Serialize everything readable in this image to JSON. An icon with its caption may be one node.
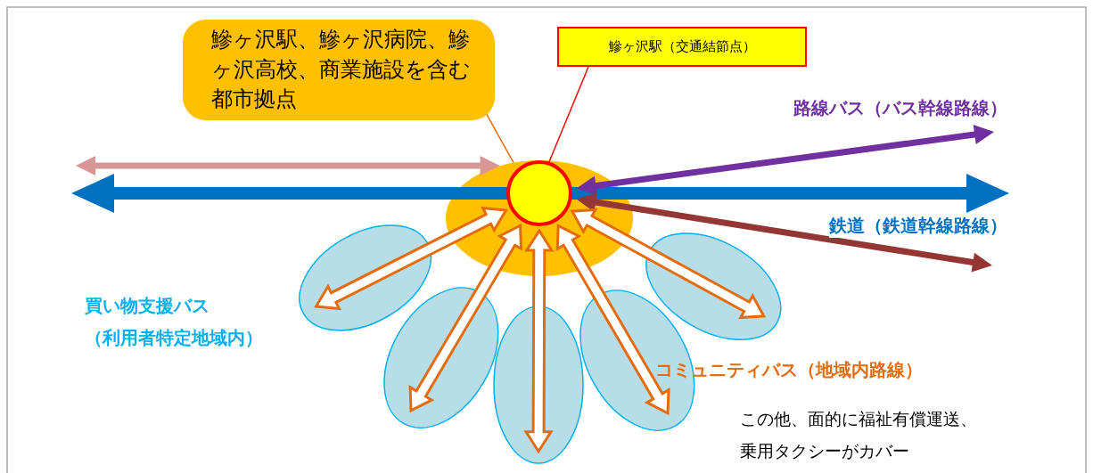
{
  "diagram": {
    "nodes": [
      {
        "text": [
          "鰺ヶ沢駅、鰺ヶ沢病院、鰺ヶ沢高校、商業施設を含む都市拠点"
        ]
      },
      {
        "text": [
          "鰺ヶ沢駅（交通結節点）"
        ]
      },
      {
        "text": [],
        "shape": "ellipse"
      },
      {
        "text": [],
        "shape": "circle",
        "in": 2
      },
      {
        "text": [],
        "shape": "ellipse"
      },
      {
        "text": [],
        "shape": "ellipse"
      },
      {
        "text": [],
        "shape": "ellipse"
      },
      {
        "text": [],
        "shape": "ellipse"
      },
      {
        "text": [],
        "shape": "ellipse"
      }
    ],
    "edges": [
      {
        "from": 0,
        "to": 2,
        "arrow": "none"
      },
      {
        "from": 1,
        "to": 3,
        "arrow": "none",
        "color": "#ff0000"
      },
      {
        "from": null,
        "to": 2,
        "arrow": "both",
        "color": "#d99694"
      },
      {
        "from": 3,
        "to": null,
        "arrow": "to",
        "style": "thick",
        "color": "#0070c0"
      },
      {
        "from": 3,
        "to": null,
        "arrow": "to",
        "style": "thick",
        "color": "#0070c0",
        "label": "鉄道（鉄道幹線路線）"
      },
      {
        "from": 3,
        "to": null,
        "arrow": "both",
        "color": "#7030a0",
        "label": "路線バス（バス幹線路線）"
      },
      {
        "from": 3,
        "to": null,
        "arrow": "both",
        "color": "#943634"
      },
      {
        "from": 3,
        "to": 4,
        "arrow": "both"
      },
      {
        "from": 3,
        "to": 5,
        "arrow": "both"
      },
      {
        "from": 3,
        "to": 6,
        "arrow": "both"
      },
      {
        "from": 3,
        "to": 7,
        "arrow": "both"
      },
      {
        "from": 3,
        "to": 8,
        "arrow": "both"
      }
    ],
    "labels": [
      "買い物支援バス（利用者特定地域内）",
      "コミュニティバス（地域内路線）",
      "この他、面的に福祉有償運送、乗用タクシーがカバー"
    ]
  }
}
